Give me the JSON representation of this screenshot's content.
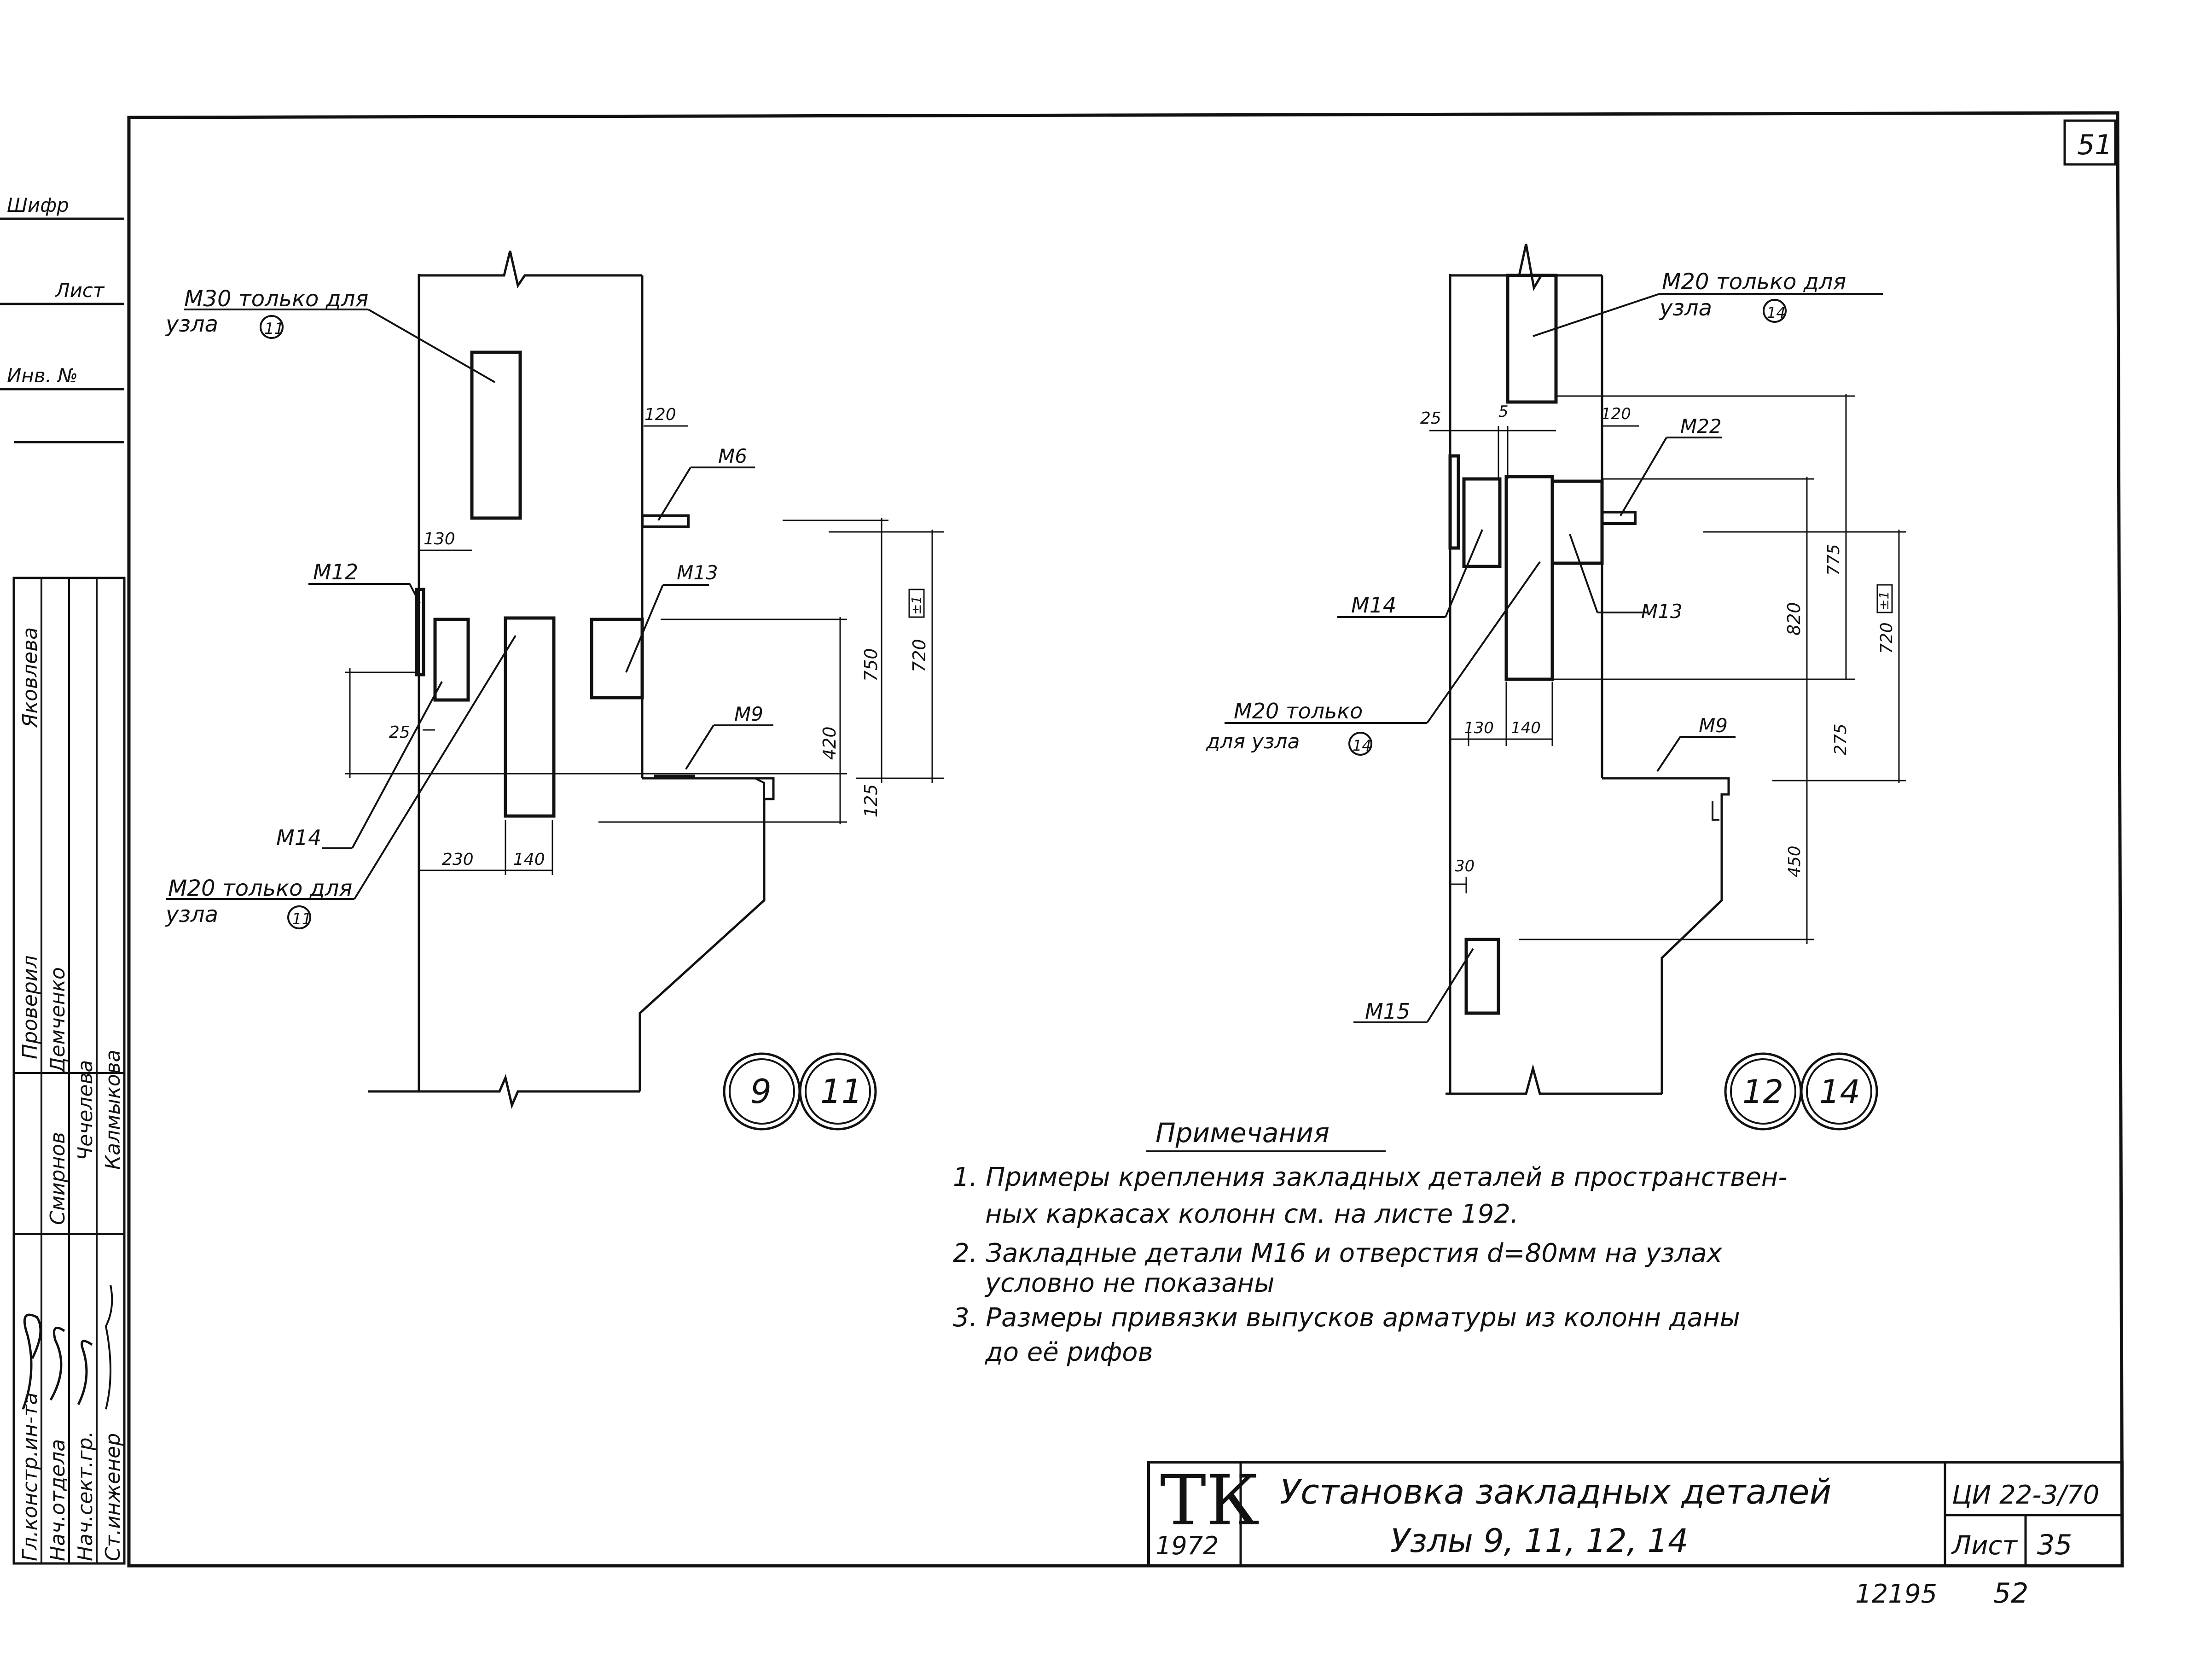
{
  "sheet_number_top": "51",
  "left_strip": {
    "field_labels": [
      "Шифр",
      "Лист",
      "Инв. №"
    ],
    "staff_roles": [
      "Гл.констр.ин-та",
      "Нач.отдела",
      "Нач.сект.гр.",
      "Ст.инженер"
    ],
    "staff_names": [
      "Смирнов",
      "Демченко",
      "Чечелева",
      "Калмыкова"
    ],
    "check_label": "Проверил",
    "check_name": "Яковлева"
  },
  "node_left": {
    "labels": {
      "m30": "М30 только для",
      "m30_sub": "узла",
      "m30_ref": "11",
      "m6": "М6",
      "m12": "М12",
      "m13": "М13",
      "m9": "М9",
      "m14": "М14",
      "m20": "М20 только для",
      "m20_sub": "узла",
      "m20_ref": "11"
    },
    "dims": {
      "d120": "120",
      "d130": "130",
      "d25": "25",
      "d230": "230",
      "d140": "140",
      "d420": "420",
      "d750": "750",
      "d720": "720",
      "d125": "125",
      "tol": "±1"
    },
    "node_numbers": [
      "9",
      "11"
    ]
  },
  "node_right": {
    "labels": {
      "m20top": "М20 только для",
      "m20top_sub": "узла",
      "m20top_ref": "14",
      "m22": "М22",
      "m14": "М14",
      "m13": "М13",
      "m20": "М20 только",
      "m20_sub": "для узла",
      "m20_ref": "14",
      "m9": "М9",
      "m15": "М15"
    },
    "dims": {
      "d25": "25",
      "d5": "5",
      "d120": "120",
      "d820": "820",
      "d775": "775",
      "d720": "720",
      "tol": "±1",
      "d275": "275",
      "d130": "130",
      "d140": "140",
      "d450": "450",
      "d30": "30"
    },
    "node_numbers": [
      "12",
      "14"
    ]
  },
  "notes": {
    "heading": "Примечания",
    "items": [
      "1. Примеры крепления закладных деталей в пространствен-",
      "ных каркасах колонн см. на листе 192.",
      "2. Закладные детали М16 и отверстия d=80мм на узлах",
      "условно не показаны",
      "3. Размеры привязки выпусков арматуры из колонн даны",
      "до её рифов"
    ]
  },
  "title_block": {
    "logo": "ТК",
    "year": "1972",
    "title_line1": "Установка закладных деталей",
    "title_line2": "Узлы 9, 11, 12, 14",
    "code": "ЦИ 22-3/70",
    "sheet_label": "Лист",
    "sheet_value": "35"
  },
  "footer": {
    "order_number": "12195",
    "page_number": "52"
  }
}
